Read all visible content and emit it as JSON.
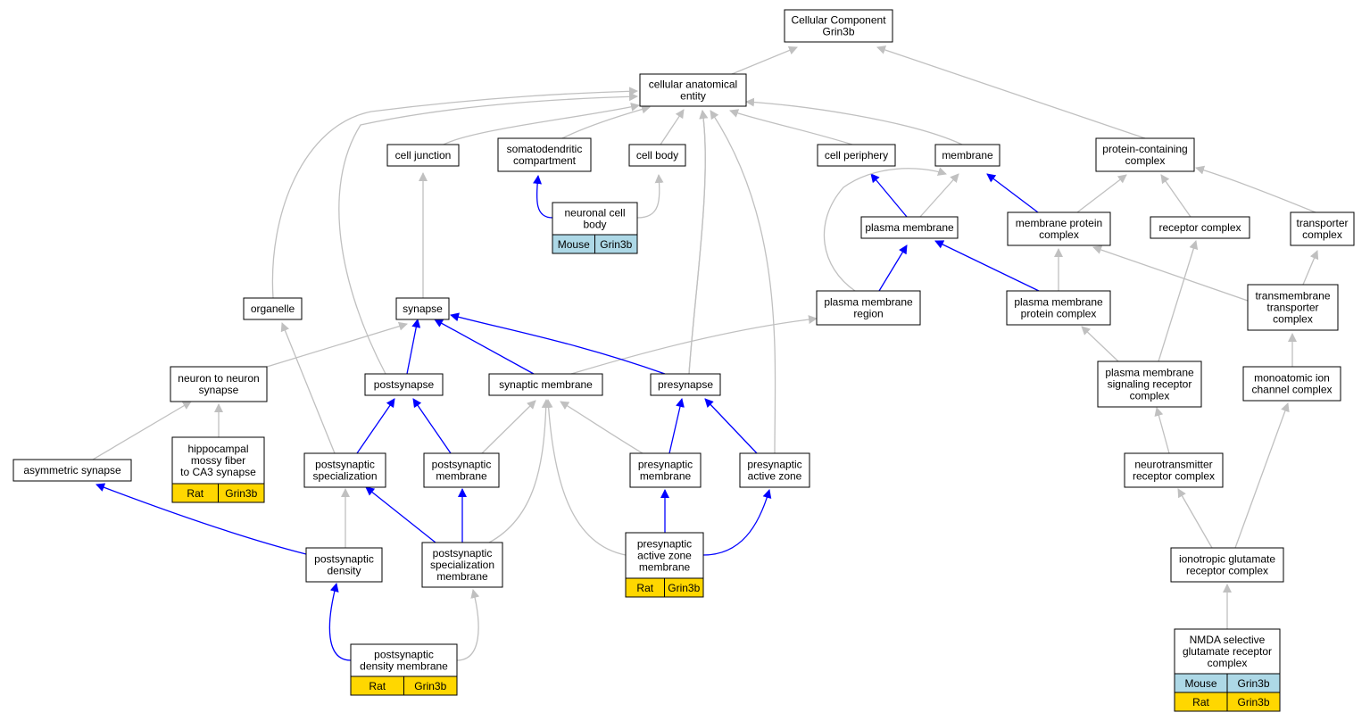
{
  "colors": {
    "edge_is_a": "#c0c0c0",
    "edge_part_of": "#0000ff",
    "mouse": "#add8e6",
    "rat": "#ffd700",
    "node_border": "#000000",
    "node_fill": "#ffffff"
  },
  "nodes": [
    {
      "id": "root",
      "label": "Cellular Component\nGrin3b"
    },
    {
      "id": "cae",
      "label": "cellular anatomical\nentity"
    },
    {
      "id": "cell_junction",
      "label": "cell junction"
    },
    {
      "id": "somato",
      "label": "somatodendritic\ncompartment"
    },
    {
      "id": "cell_body",
      "label": "cell body"
    },
    {
      "id": "cell_periphery",
      "label": "cell periphery"
    },
    {
      "id": "membrane",
      "label": "membrane"
    },
    {
      "id": "pcc",
      "label": "protein-containing\ncomplex"
    },
    {
      "id": "neuronal_cell_body",
      "label": "neuronal cell\nbody",
      "annotations": [
        {
          "species": "Mouse",
          "gene": "Grin3b"
        }
      ]
    },
    {
      "id": "plasma_membrane",
      "label": "plasma membrane"
    },
    {
      "id": "mpc",
      "label": "membrane protein\ncomplex"
    },
    {
      "id": "receptor_complex",
      "label": "receptor complex"
    },
    {
      "id": "transporter_complex",
      "label": "transporter\ncomplex"
    },
    {
      "id": "organelle",
      "label": "organelle"
    },
    {
      "id": "synapse",
      "label": "synapse"
    },
    {
      "id": "pm_region",
      "label": "plasma membrane\nregion"
    },
    {
      "id": "pm_protein_complex",
      "label": "plasma membrane\nprotein complex"
    },
    {
      "id": "tm_transporter",
      "label": "transmembrane\ntransporter\ncomplex"
    },
    {
      "id": "n2n_synapse",
      "label": "neuron to neuron\nsynapse"
    },
    {
      "id": "postsynapse",
      "label": "postsynapse"
    },
    {
      "id": "synaptic_membrane",
      "label": "synaptic membrane"
    },
    {
      "id": "presynapse",
      "label": "presynapse"
    },
    {
      "id": "pm_signaling",
      "label": "plasma membrane\nsignaling receptor\ncomplex"
    },
    {
      "id": "ion_channel",
      "label": "monoatomic ion\nchannel complex"
    },
    {
      "id": "asym_synapse",
      "label": "asymmetric synapse"
    },
    {
      "id": "hippocampal",
      "label": "hippocampal\nmossy fiber\nto CA3 synapse",
      "annotations": [
        {
          "species": "Rat",
          "gene": "Grin3b"
        }
      ]
    },
    {
      "id": "ps_specialization",
      "label": "postsynaptic\nspecialization"
    },
    {
      "id": "ps_membrane",
      "label": "postsynaptic\nmembrane"
    },
    {
      "id": "pre_membrane",
      "label": "presynaptic\nmembrane"
    },
    {
      "id": "pre_active_zone",
      "label": "presynaptic\nactive zone"
    },
    {
      "id": "nt_receptor",
      "label": "neurotransmitter\nreceptor complex"
    },
    {
      "id": "ps_density",
      "label": "postsynaptic\ndensity"
    },
    {
      "id": "ps_spec_membrane",
      "label": "postsynaptic\nspecialization\nmembrane"
    },
    {
      "id": "pre_az_membrane",
      "label": "presynaptic\nactive zone\nmembrane",
      "annotations": [
        {
          "species": "Rat",
          "gene": "Grin3b"
        }
      ]
    },
    {
      "id": "iono_glutamate",
      "label": "ionotropic glutamate\nreceptor complex"
    },
    {
      "id": "psd_membrane",
      "label": "postsynaptic\ndensity membrane",
      "annotations": [
        {
          "species": "Rat",
          "gene": "Grin3b"
        }
      ]
    },
    {
      "id": "nmda",
      "label": "NMDA selective\nglutamate receptor\ncomplex",
      "annotations": [
        {
          "species": "Mouse",
          "gene": "Grin3b"
        },
        {
          "species": "Rat",
          "gene": "Grin3b"
        }
      ]
    }
  ],
  "edges": [
    {
      "from": "cae",
      "to": "root",
      "type": "is_a"
    },
    {
      "from": "pcc",
      "to": "root",
      "type": "is_a"
    },
    {
      "from": "cell_junction",
      "to": "cae",
      "type": "is_a"
    },
    {
      "from": "somato",
      "to": "cae",
      "type": "is_a"
    },
    {
      "from": "cell_body",
      "to": "cae",
      "type": "is_a"
    },
    {
      "from": "cell_periphery",
      "to": "cae",
      "type": "is_a"
    },
    {
      "from": "membrane",
      "to": "cae",
      "type": "is_a"
    },
    {
      "from": "organelle",
      "to": "cae",
      "type": "is_a"
    },
    {
      "from": "postsynapse",
      "to": "cae",
      "type": "is_a"
    },
    {
      "from": "synaptic_membrane",
      "to": "cae",
      "type": "is_a"
    },
    {
      "from": "presynapse",
      "to": "cae",
      "type": "is_a"
    },
    {
      "from": "pre_active_zone",
      "to": "cae",
      "type": "is_a"
    },
    {
      "from": "neuronal_cell_body",
      "to": "somato",
      "type": "part_of"
    },
    {
      "from": "neuronal_cell_body",
      "to": "cell_body",
      "type": "is_a"
    },
    {
      "from": "plasma_membrane",
      "to": "cell_periphery",
      "type": "part_of"
    },
    {
      "from": "plasma_membrane",
      "to": "membrane",
      "type": "is_a"
    },
    {
      "from": "mpc",
      "to": "membrane",
      "type": "part_of"
    },
    {
      "from": "mpc",
      "to": "pcc",
      "type": "is_a"
    },
    {
      "from": "receptor_complex",
      "to": "pcc",
      "type": "is_a"
    },
    {
      "from": "transporter_complex",
      "to": "pcc",
      "type": "is_a"
    },
    {
      "from": "synapse",
      "to": "cell_junction",
      "type": "is_a"
    },
    {
      "from": "pm_region",
      "to": "plasma_membrane",
      "type": "part_of"
    },
    {
      "from": "pm_region",
      "to": "membrane",
      "type": "is_a"
    },
    {
      "from": "pm_protein_complex",
      "to": "plasma_membrane",
      "type": "part_of"
    },
    {
      "from": "pm_protein_complex",
      "to": "mpc",
      "type": "is_a"
    },
    {
      "from": "tm_transporter",
      "to": "mpc",
      "type": "is_a"
    },
    {
      "from": "tm_transporter",
      "to": "transporter_complex",
      "type": "is_a"
    },
    {
      "from": "n2n_synapse",
      "to": "synapse",
      "type": "is_a"
    },
    {
      "from": "postsynapse",
      "to": "synapse",
      "type": "part_of"
    },
    {
      "from": "synaptic_membrane",
      "to": "synapse",
      "type": "part_of"
    },
    {
      "from": "synaptic_membrane",
      "to": "pm_region",
      "type": "is_a"
    },
    {
      "from": "presynapse",
      "to": "synapse",
      "type": "part_of"
    },
    {
      "from": "pm_signaling",
      "to": "pm_protein_complex",
      "type": "is_a"
    },
    {
      "from": "pm_signaling",
      "to": "receptor_complex",
      "type": "is_a"
    },
    {
      "from": "ion_channel",
      "to": "tm_transporter",
      "type": "is_a"
    },
    {
      "from": "asym_synapse",
      "to": "n2n_synapse",
      "type": "is_a"
    },
    {
      "from": "hippocampal",
      "to": "n2n_synapse",
      "type": "is_a"
    },
    {
      "from": "ps_specialization",
      "to": "postsynapse",
      "type": "part_of"
    },
    {
      "from": "ps_specialization",
      "to": "organelle",
      "type": "is_a"
    },
    {
      "from": "ps_membrane",
      "to": "postsynapse",
      "type": "part_of"
    },
    {
      "from": "ps_membrane",
      "to": "synaptic_membrane",
      "type": "is_a"
    },
    {
      "from": "pre_membrane",
      "to": "presynapse",
      "type": "part_of"
    },
    {
      "from": "pre_membrane",
      "to": "synaptic_membrane",
      "type": "is_a"
    },
    {
      "from": "pre_active_zone",
      "to": "presynapse",
      "type": "part_of"
    },
    {
      "from": "nt_receptor",
      "to": "pm_signaling",
      "type": "is_a"
    },
    {
      "from": "ps_density",
      "to": "ps_specialization",
      "type": "is_a"
    },
    {
      "from": "ps_density",
      "to": "asym_synapse",
      "type": "part_of"
    },
    {
      "from": "ps_spec_membrane",
      "to": "ps_specialization",
      "type": "part_of"
    },
    {
      "from": "ps_spec_membrane",
      "to": "ps_membrane",
      "type": "part_of"
    },
    {
      "from": "ps_spec_membrane",
      "to": "synaptic_membrane",
      "type": "is_a"
    },
    {
      "from": "pre_az_membrane",
      "to": "pre_membrane",
      "type": "part_of"
    },
    {
      "from": "pre_az_membrane",
      "to": "pre_active_zone",
      "type": "part_of"
    },
    {
      "from": "pre_az_membrane",
      "to": "synaptic_membrane",
      "type": "is_a"
    },
    {
      "from": "iono_glutamate",
      "to": "nt_receptor",
      "type": "is_a"
    },
    {
      "from": "iono_glutamate",
      "to": "ion_channel",
      "type": "is_a"
    },
    {
      "from": "psd_membrane",
      "to": "ps_density",
      "type": "part_of"
    },
    {
      "from": "psd_membrane",
      "to": "ps_spec_membrane",
      "type": "is_a"
    },
    {
      "from": "nmda",
      "to": "iono_glutamate",
      "type": "is_a"
    }
  ]
}
